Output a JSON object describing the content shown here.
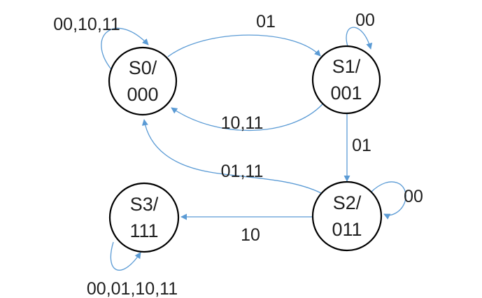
{
  "diagram": {
    "type": "finite-state-machine",
    "colors": {
      "arrow": "#5b9bd5",
      "node_stroke": "#000000",
      "text": "#1f1f1f",
      "background": "#ffffff"
    },
    "states": [
      {
        "id": "S0",
        "label": "S0/000",
        "line1": "S0/",
        "line2": "000"
      },
      {
        "id": "S1",
        "label": "S1/001",
        "line1": "S1/",
        "line2": "001"
      },
      {
        "id": "S2",
        "label": "S2/011",
        "line1": "S2/",
        "line2": "011"
      },
      {
        "id": "S3",
        "label": "S3/111",
        "line1": "S3/",
        "line2": "111"
      }
    ],
    "transitions": [
      {
        "from": "S0",
        "to": "S0",
        "label": "00,10,11"
      },
      {
        "from": "S0",
        "to": "S1",
        "label": "01"
      },
      {
        "from": "S1",
        "to": "S1",
        "label": "00"
      },
      {
        "from": "S1",
        "to": "S0",
        "label": "10,11"
      },
      {
        "from": "S1",
        "to": "S2",
        "label": "01"
      },
      {
        "from": "S2",
        "to": "S0",
        "label": "01,11"
      },
      {
        "from": "S2",
        "to": "S2",
        "label": "00"
      },
      {
        "from": "S2",
        "to": "S3",
        "label": "10"
      },
      {
        "from": "S3",
        "to": "S3",
        "label": "00,01,10,11"
      }
    ]
  }
}
